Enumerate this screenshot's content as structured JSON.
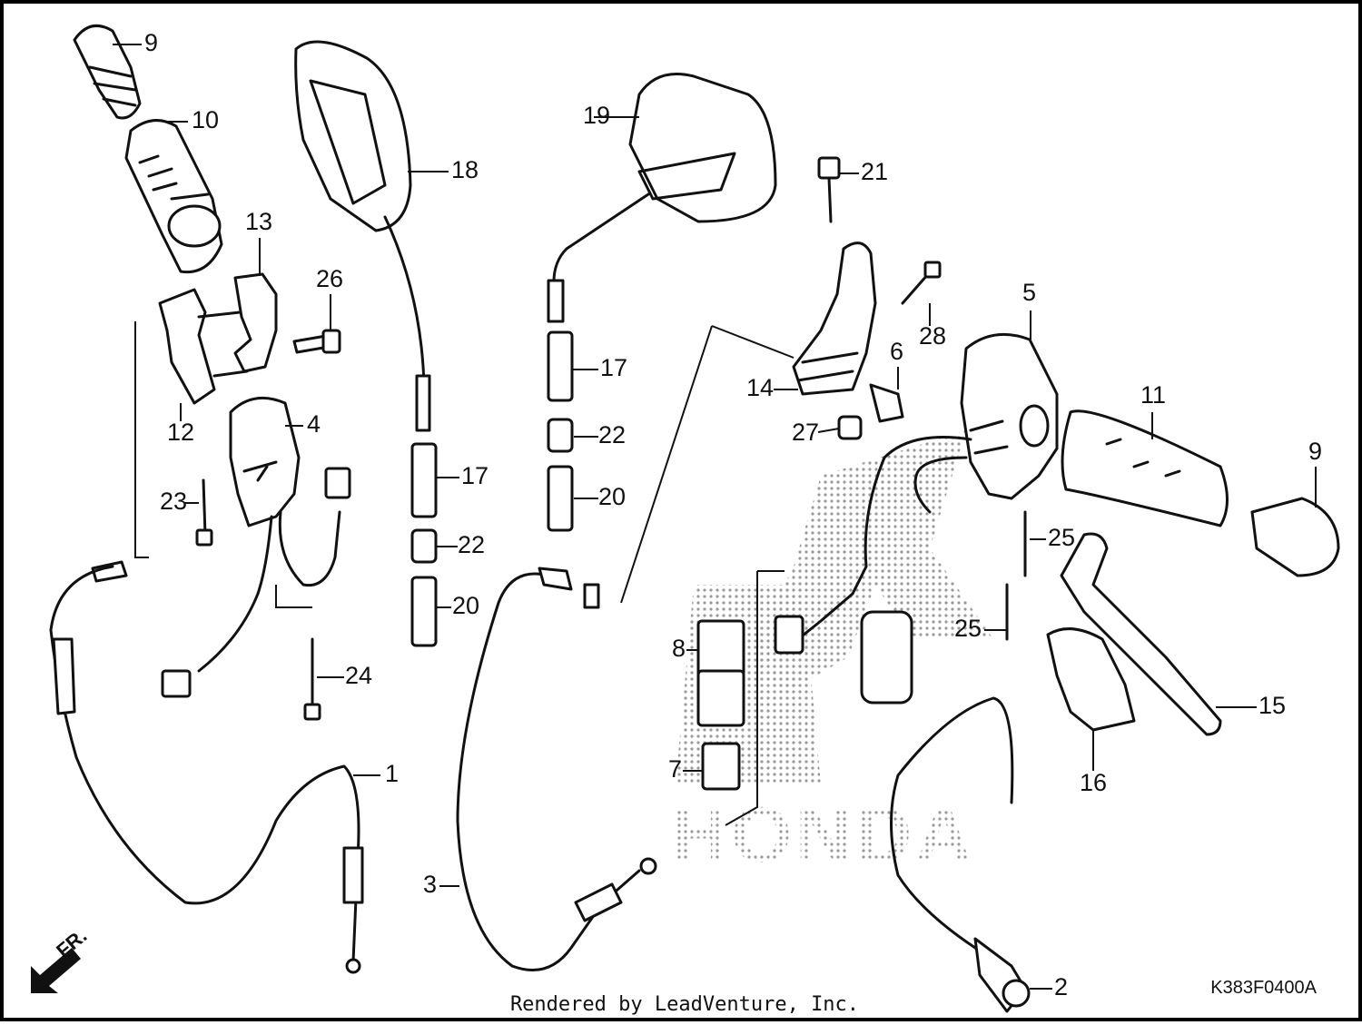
{
  "diagram": {
    "callouts": [
      {
        "id": "c9a",
        "text": "9"
      },
      {
        "id": "c10",
        "text": "10"
      },
      {
        "id": "c18",
        "text": "18"
      },
      {
        "id": "c19",
        "text": "19"
      },
      {
        "id": "c21",
        "text": "21"
      },
      {
        "id": "c13",
        "text": "13"
      },
      {
        "id": "c26",
        "text": "26"
      },
      {
        "id": "c28",
        "text": "28"
      },
      {
        "id": "c5",
        "text": "5"
      },
      {
        "id": "c17a",
        "text": "17"
      },
      {
        "id": "c14",
        "text": "14"
      },
      {
        "id": "c6",
        "text": "6"
      },
      {
        "id": "c11",
        "text": "11"
      },
      {
        "id": "c12",
        "text": "12"
      },
      {
        "id": "c4",
        "text": "4"
      },
      {
        "id": "c22a",
        "text": "22"
      },
      {
        "id": "c27",
        "text": "27"
      },
      {
        "id": "c9b",
        "text": "9"
      },
      {
        "id": "c17b",
        "text": "17"
      },
      {
        "id": "c23",
        "text": "23"
      },
      {
        "id": "c20a",
        "text": "20"
      },
      {
        "id": "c25a",
        "text": "25"
      },
      {
        "id": "c22b",
        "text": "22"
      },
      {
        "id": "c20b",
        "text": "20"
      },
      {
        "id": "c25b",
        "text": "25"
      },
      {
        "id": "c8",
        "text": "8"
      },
      {
        "id": "c24",
        "text": "24"
      },
      {
        "id": "c15",
        "text": "15"
      },
      {
        "id": "c1",
        "text": "1"
      },
      {
        "id": "c7",
        "text": "7"
      },
      {
        "id": "c16",
        "text": "16"
      },
      {
        "id": "c3",
        "text": "3"
      },
      {
        "id": "c2",
        "text": "2"
      }
    ],
    "front_arrow_label": "FR.",
    "watermark_text": "HONDA",
    "diagram_code": "K383F0400A",
    "credit": "Rendered by LeadVenture, Inc."
  }
}
